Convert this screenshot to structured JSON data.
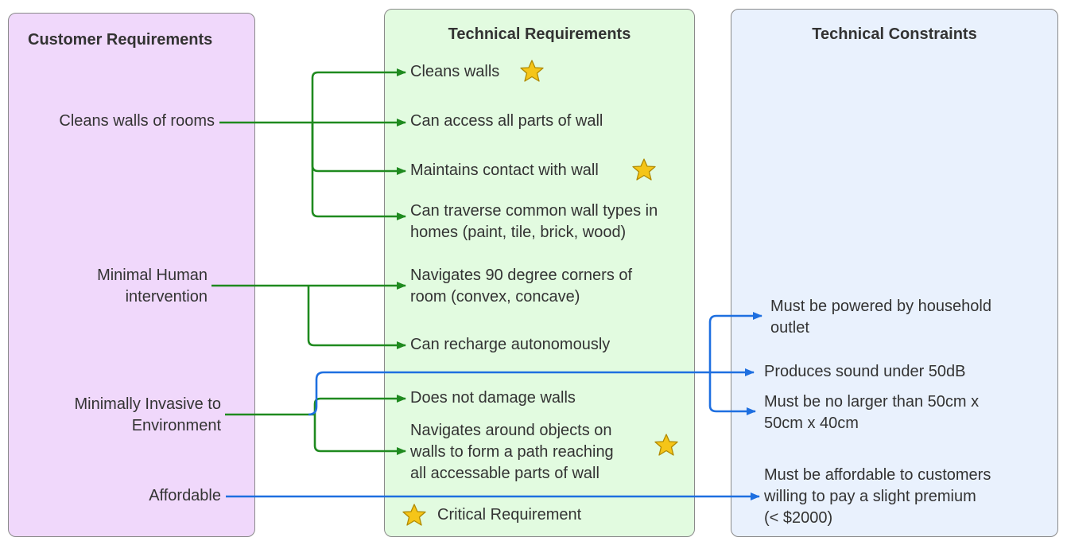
{
  "columns": {
    "customer": "Customer Requirements",
    "technical": "Technical Requirements",
    "constraints": "Technical Constraints"
  },
  "customer_requirements": [
    "Cleans walls of rooms",
    "Minimal Human",
    "intervention",
    "Minimally Invasive to",
    "Environment",
    "Affordable"
  ],
  "technical_requirements": {
    "cleans_walls": "Cleans walls",
    "access_all": "Can access all parts of wall",
    "maintains_contact": "Maintains contact with wall",
    "traverse_l1": "Can traverse common wall types in",
    "traverse_l2": "homes (paint, tile, brick, wood)",
    "corners_l1": "Navigates 90 degree corners of",
    "corners_l2": "room (convex, concave)",
    "recharge": "Can recharge autonomously",
    "no_damage": "Does not damage walls",
    "objects_l1": "Navigates around objects on",
    "objects_l2": "walls to form a path reaching",
    "objects_l3": "all accessable parts of wall"
  },
  "constraints": {
    "power_l1": "Must be powered by household",
    "power_l2": "outlet",
    "sound": "Produces sound under 50dB",
    "size_l1": "Must be no larger than 50cm x",
    "size_l2": "50cm x 40cm",
    "afford_l1": "Must be affordable to customers",
    "afford_l2": "willing to pay a slight premium",
    "afford_l3": "(< $2000)"
  },
  "legend": {
    "label": "Critical Requirement",
    "icon": "star-icon"
  },
  "colors": {
    "green_link": "#1f8a1f",
    "blue_link": "#1e6fe0",
    "star": "#f5c518"
  }
}
